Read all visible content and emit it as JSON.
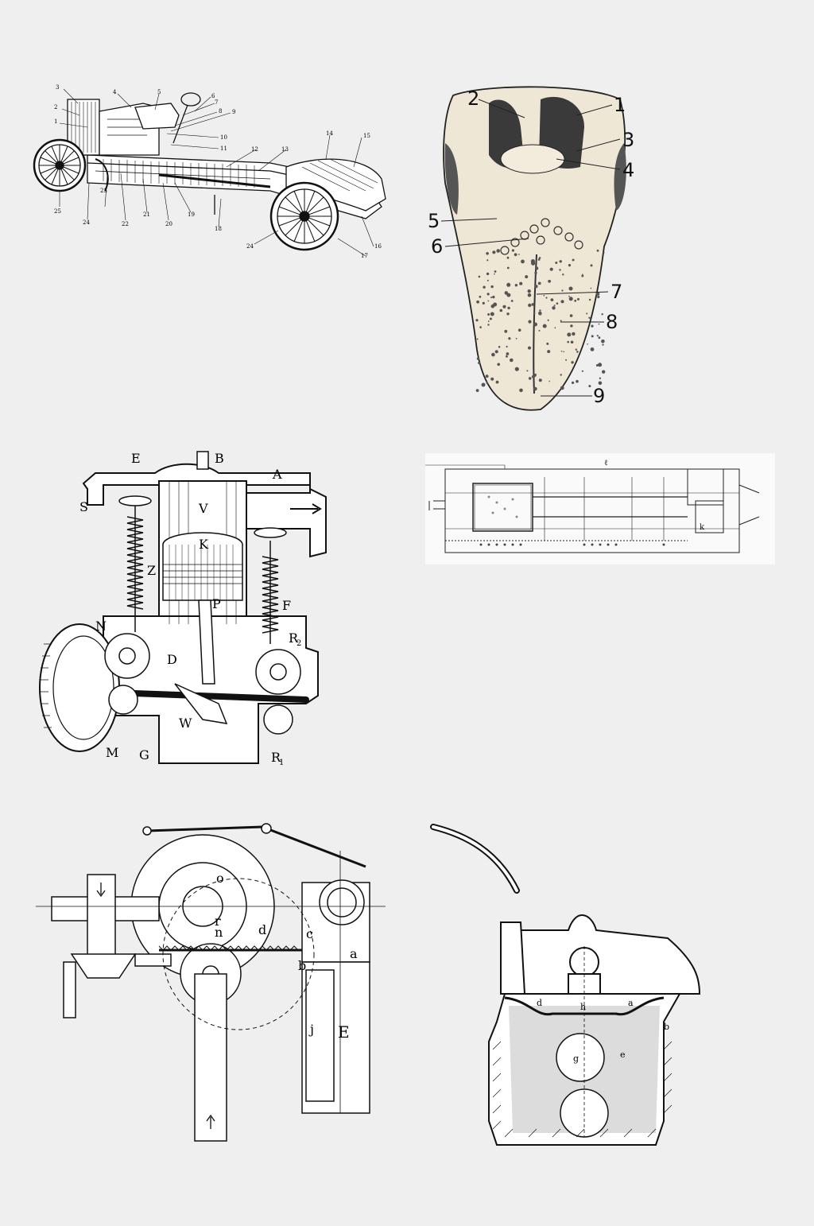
{
  "car": {
    "labels": [
      {
        "id": "1",
        "text": "1"
      },
      {
        "id": "2",
        "text": "2"
      },
      {
        "id": "3",
        "text": "3"
      },
      {
        "id": "4",
        "text": "4"
      },
      {
        "id": "5",
        "text": "5"
      },
      {
        "id": "6",
        "text": "6"
      },
      {
        "id": "7",
        "text": "7"
      },
      {
        "id": "8",
        "text": "8"
      },
      {
        "id": "9",
        "text": "9"
      },
      {
        "id": "10",
        "text": "10"
      },
      {
        "id": "11",
        "text": "11"
      },
      {
        "id": "12",
        "text": "12"
      },
      {
        "id": "13",
        "text": "13"
      },
      {
        "id": "14",
        "text": "14"
      },
      {
        "id": "15",
        "text": "15"
      },
      {
        "id": "16",
        "text": "16"
      },
      {
        "id": "17",
        "text": "17"
      },
      {
        "id": "18",
        "text": "18"
      },
      {
        "id": "19",
        "text": "19"
      },
      {
        "id": "20",
        "text": "20"
      },
      {
        "id": "21",
        "text": "21"
      },
      {
        "id": "22",
        "text": "22"
      },
      {
        "id": "23",
        "text": "23"
      },
      {
        "id": "24a",
        "text": "24"
      },
      {
        "id": "24b",
        "text": "24"
      },
      {
        "id": "25",
        "text": "25"
      }
    ]
  },
  "tongue": {
    "labels": [
      "1",
      "2",
      "3",
      "4",
      "5",
      "6",
      "7",
      "8",
      "9"
    ]
  },
  "engine": {
    "labels": [
      "E",
      "B",
      "A",
      "S",
      "V",
      "K",
      "Z",
      "P",
      "F",
      "N",
      "D",
      "R",
      "2",
      "M",
      "W",
      "G",
      "R",
      "1"
    ]
  },
  "mechanism": {
    "labels": [
      "o",
      "r",
      "n",
      "d",
      "c",
      "a",
      "b",
      "j",
      "E"
    ]
  },
  "valve": {
    "labels": [
      "d",
      "h",
      "a",
      "b",
      "g",
      "e"
    ]
  },
  "locomotive": {
    "labels": [
      "k",
      "ℓ"
    ]
  }
}
